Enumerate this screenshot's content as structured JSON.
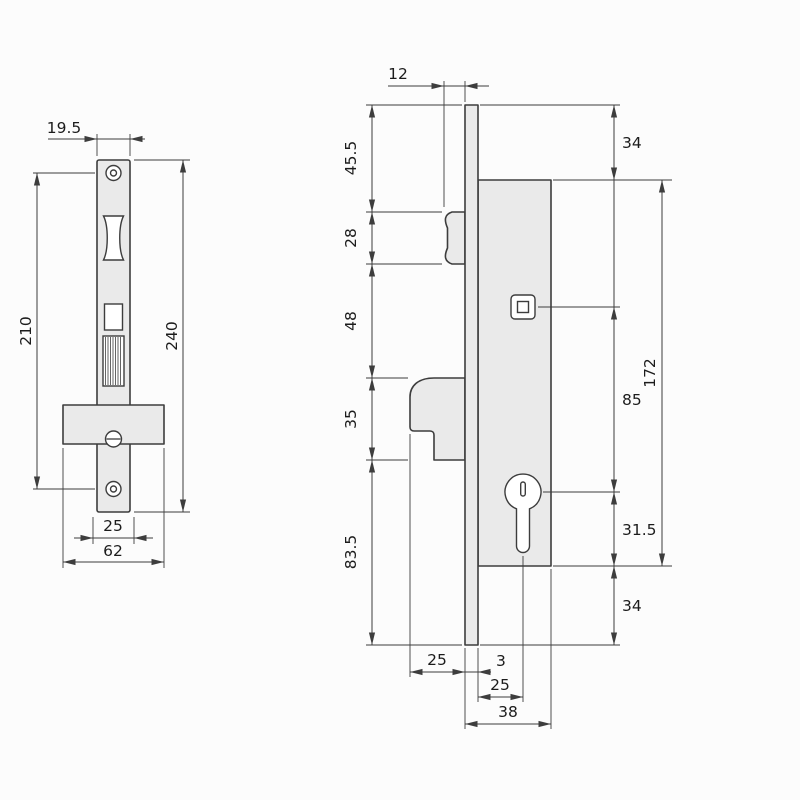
{
  "drawing": {
    "subject": "mortise-lock-technical-drawing",
    "views": {
      "front_view_name": "front-view",
      "side_view_name": "side-section-view"
    }
  },
  "colors": {
    "background": "#fcfcfc",
    "line": "#3d3d3d",
    "dimension": "#3d3d3d",
    "metal_fill": "#eaeaea",
    "hole_fill": "#ffffff",
    "text": "#1c1c1c"
  },
  "front_view": {
    "dimensions": {
      "plate_width": "19.5",
      "screw_spacing": "210",
      "total_height": "240",
      "boss_width": "25",
      "body_width": "62"
    }
  },
  "side_view": {
    "dimensions": {
      "latch_projection": "12",
      "top_to_latch": "45.5",
      "latch_height": "28",
      "latch_to_bolt": "48",
      "bolt_height": "35",
      "bolt_to_bottom": "83.5",
      "top_to_case": "34",
      "follower_to_cylinder": "85",
      "cylinder_to_case_bottom": "31.5",
      "case_to_bottom": "34",
      "case_height": "172",
      "bolt_projection": "25",
      "faceplate_thickness": "3",
      "backset": "25",
      "case_depth": "38"
    }
  }
}
